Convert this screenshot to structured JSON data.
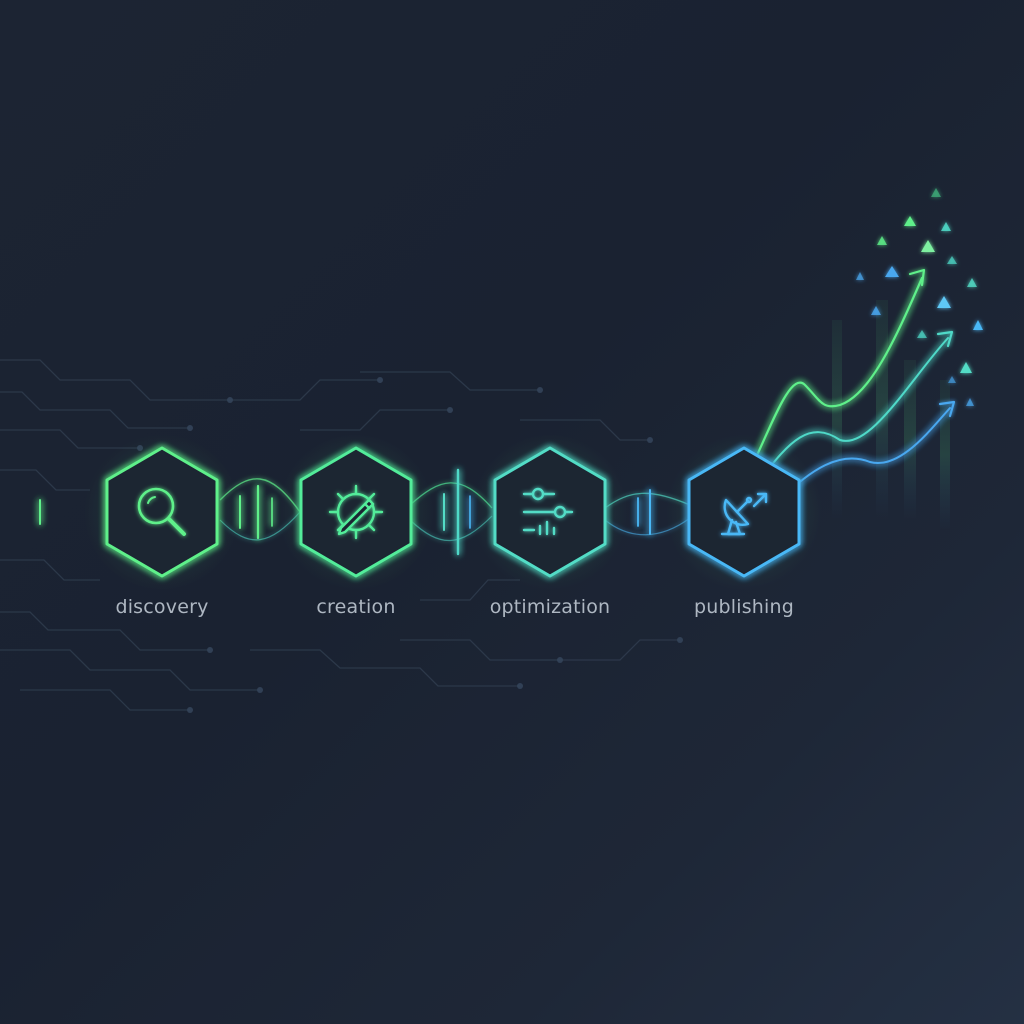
{
  "stages": [
    {
      "id": "discovery",
      "label": "discovery",
      "icon": "magnifying-glass-icon",
      "color": "#5ef08a"
    },
    {
      "id": "creation",
      "label": "creation",
      "icon": "gear-pencil-icon",
      "color": "#52ec9a"
    },
    {
      "id": "optimization",
      "label": "optimization",
      "icon": "sliders-icon",
      "color": "#52dcc6"
    },
    {
      "id": "publishing",
      "label": "publishing",
      "icon": "satellite-dish-icon",
      "color": "#4ab8f6"
    }
  ],
  "colors": {
    "background": "#1c2433",
    "green": "#5ef08a",
    "teal": "#4fd9c8",
    "blue": "#4aa8f0",
    "label": "#aeb7c2"
  }
}
